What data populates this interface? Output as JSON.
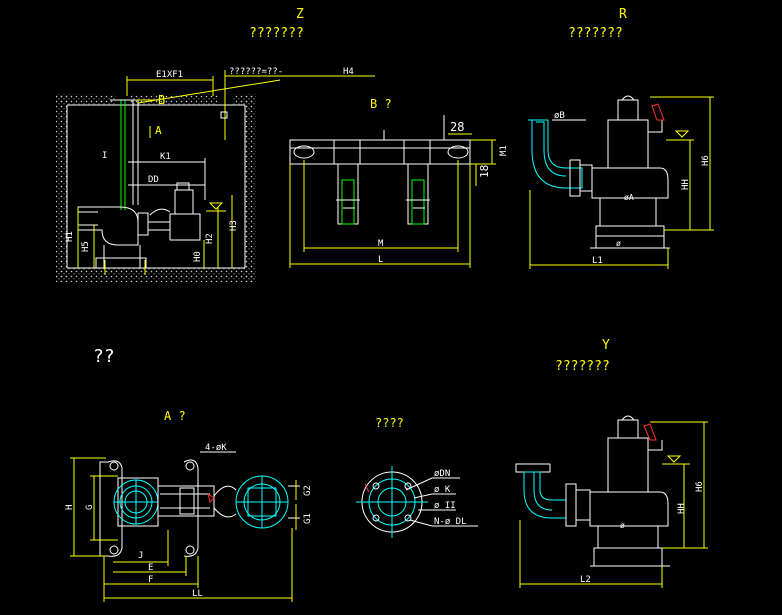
{
  "views": {
    "z": {
      "letter": "Z",
      "subtitle": "???????"
    },
    "r": {
      "letter": "R",
      "subtitle": "???????"
    },
    "y": {
      "letter": "Y",
      "subtitle": "???????"
    },
    "left_title": "??",
    "b_view": "B  ?",
    "a_view": "A  ?",
    "flange": "????"
  },
  "labels": {
    "e1xf1": "E1XF1",
    "note": "??????=??-",
    "h4": "H4",
    "b": "B",
    "a": "A",
    "i": "I",
    "k1": "K1",
    "dd": "DD",
    "h1": "H1",
    "h5": "H5",
    "h2": "H2",
    "h3": "H3",
    "h0": "H0",
    "dim28": "28",
    "m1": "M1",
    "dim18": "18",
    "m": "M",
    "l": "L",
    "phi_b": "øB",
    "hh": "HH",
    "h6": "H6",
    "phi_a": "øA",
    "phi": "ø",
    "l1": "L1",
    "l2": "L2",
    "four_k": "4-øK",
    "h": "H",
    "g": "G",
    "j": "J",
    "e": "E",
    "f": "F",
    "ll": "LL",
    "g2": "G2",
    "g1": "G1",
    "phi_dn": "øDN",
    "phi_k": "ø K",
    "phi_ii": "ø II",
    "n_phi_dl": "N-ø DL"
  }
}
